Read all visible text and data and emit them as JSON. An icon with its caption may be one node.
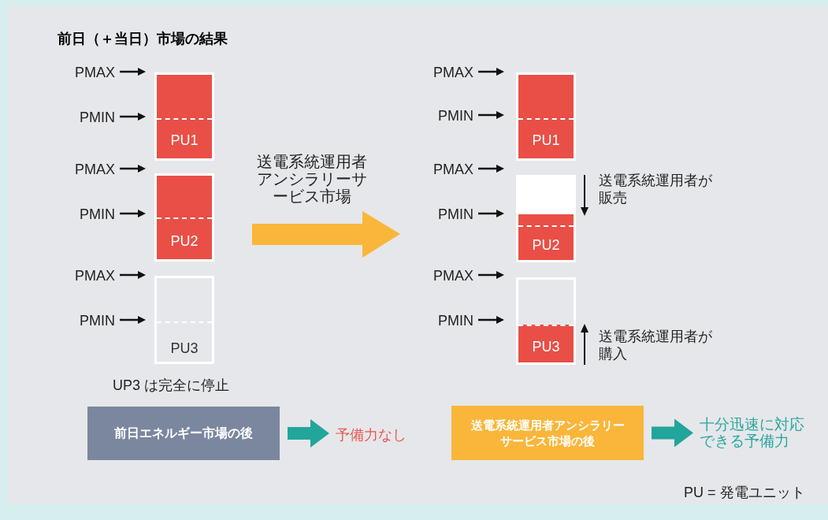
{
  "diagram": {
    "title": "前日（＋当日）市場の結果",
    "nodes": [
      {
        "text": [
          "PU1"
        ]
      },
      {
        "text": [
          "PU2"
        ]
      },
      {
        "text": [
          "PU3"
        ]
      },
      {
        "text": [
          "PU1"
        ]
      },
      {
        "text": [
          "PU2"
        ]
      },
      {
        "text": [
          "PU3"
        ]
      },
      {
        "text": [
          "前日エネルギー市場の後"
        ]
      },
      {
        "text": [
          "予備力なし"
        ]
      },
      {
        "text": [
          "送電系統運用者アンシラリーサービス市場の後"
        ]
      },
      {
        "text": [
          "十分迅速に対応できる予備力"
        ]
      }
    ],
    "edges": [
      {
        "from": 6,
        "to": 7,
        "arrow": "to"
      },
      {
        "from": 8,
        "to": 9,
        "arrow": "to"
      }
    ],
    "labels": [
      "PMAX",
      "PMIN",
      "PMAX",
      "PMIN",
      "PMAX",
      "PMIN",
      "送電系統運用者アンシラリーサービス市場",
      "PMAX",
      "PMIN",
      "PMAX",
      "PMIN",
      "PMAX",
      "PMIN",
      "送電系統運用者が販売",
      "送電系統運用者が購入",
      "UP3 は完全に停止",
      "PU = 発電ユニット"
    ]
  }
}
